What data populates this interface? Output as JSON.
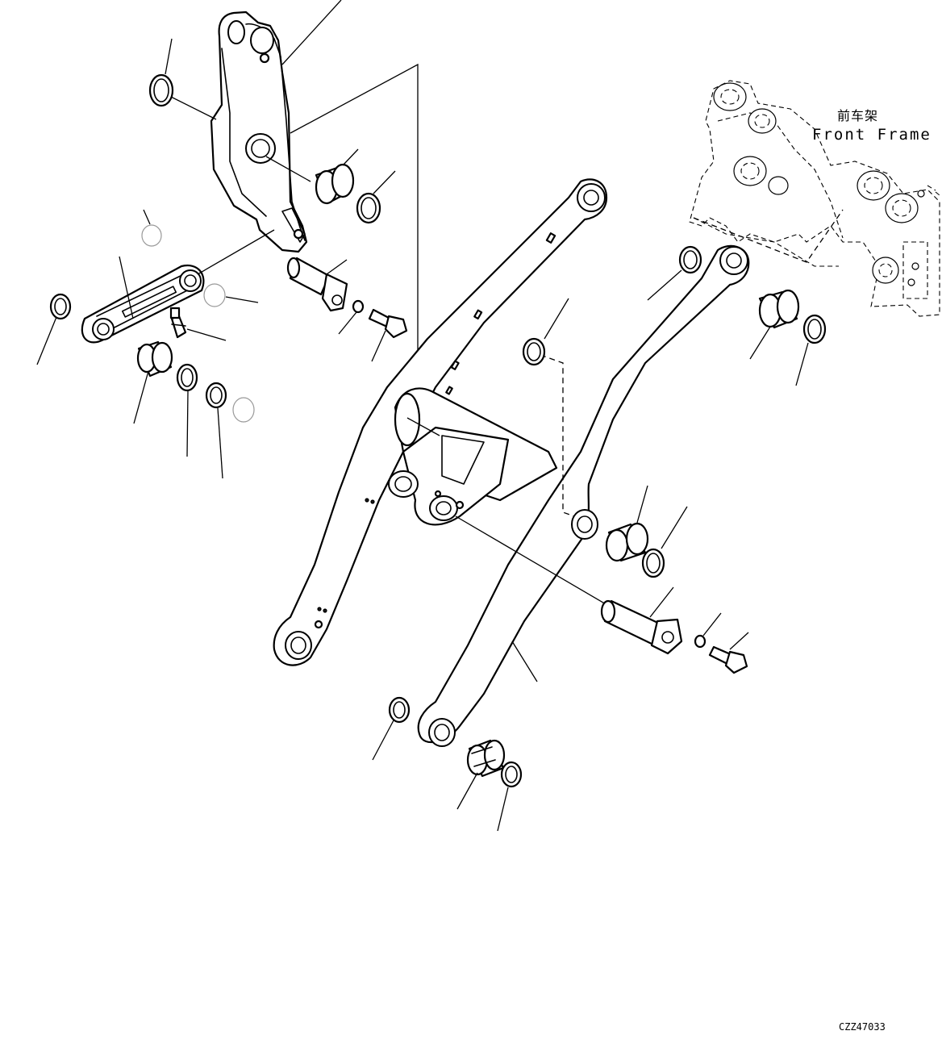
{
  "frame_label_cn": "前车架",
  "frame_label_en": "Front Frame",
  "drawing_code": "CZZ47033"
}
